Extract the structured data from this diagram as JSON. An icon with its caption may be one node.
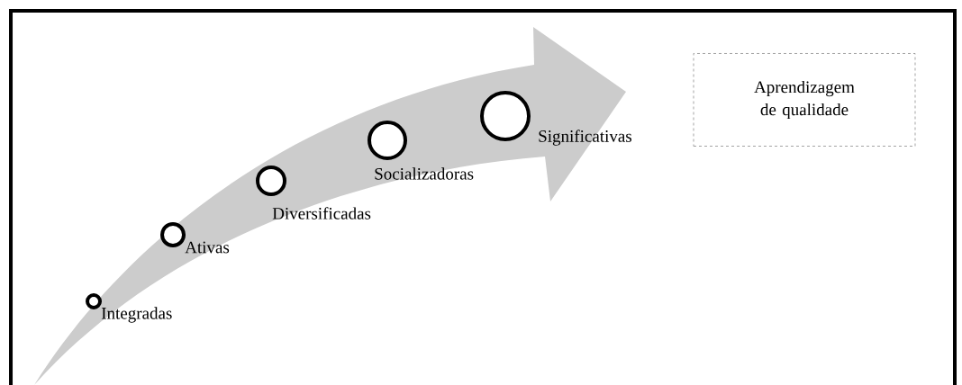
{
  "diagram": {
    "nodes": [
      {
        "text": [],
        "shape": "circle",
        "beside": [
          "Integradas"
        ]
      },
      {
        "text": [],
        "shape": "circle",
        "beside": [
          "Ativas"
        ]
      },
      {
        "text": [],
        "shape": "circle",
        "beside": [
          "Diversificadas"
        ]
      },
      {
        "text": [],
        "shape": "circle",
        "beside": [
          "Socializadoras"
        ]
      },
      {
        "text": [],
        "shape": "circle",
        "beside": [
          "Significativas"
        ]
      },
      {
        "text": [
          "Aprendizagem de qualidade"
        ]
      }
    ]
  }
}
